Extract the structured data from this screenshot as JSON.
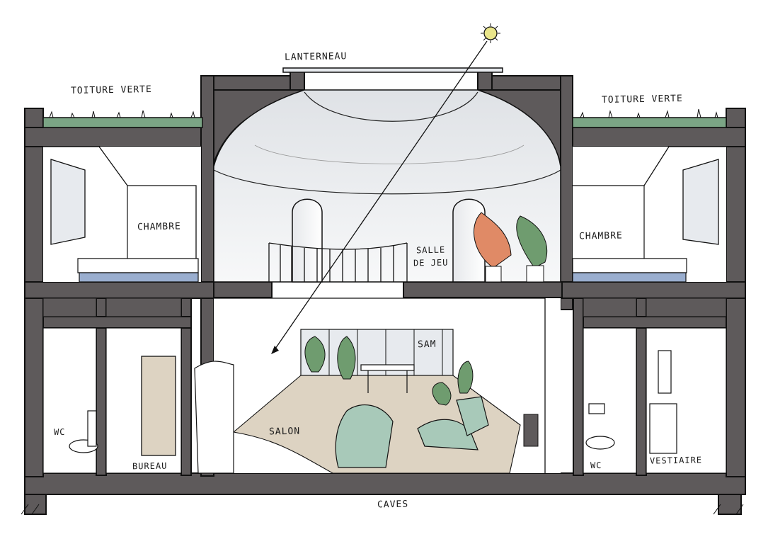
{
  "labels": {
    "lanterneau": "LANTERNEAU",
    "toiture_left": "TOITURE VERTE",
    "toiture_right": "TOITURE VERTE",
    "chambre_left": "CHAMBRE",
    "chambre_right": "CHAMBRE",
    "salle_de_jeu_1": "SALLE",
    "salle_de_jeu_2": "DE JEU",
    "sam": "SAM",
    "salon": "SALON",
    "wc_left": "WC",
    "bureau": "BUREAU",
    "wc_right": "WC",
    "vestiaire": "VESTIAIRE",
    "caves": "CAVES"
  },
  "colors": {
    "wall": "#5e5a5b",
    "wall_dark": "#4d4a4b",
    "roof_green": "#7ba585",
    "sun": "#e9e58a",
    "bed_blue": "#9aaecf",
    "floor_beige": "#ddd3c2",
    "sofa_green": "#a8c9b9",
    "plant_green": "#6f9c6f",
    "plant_orange": "#e08a66",
    "glass": "#e7eaee"
  },
  "icons": [
    "sun-icon"
  ]
}
